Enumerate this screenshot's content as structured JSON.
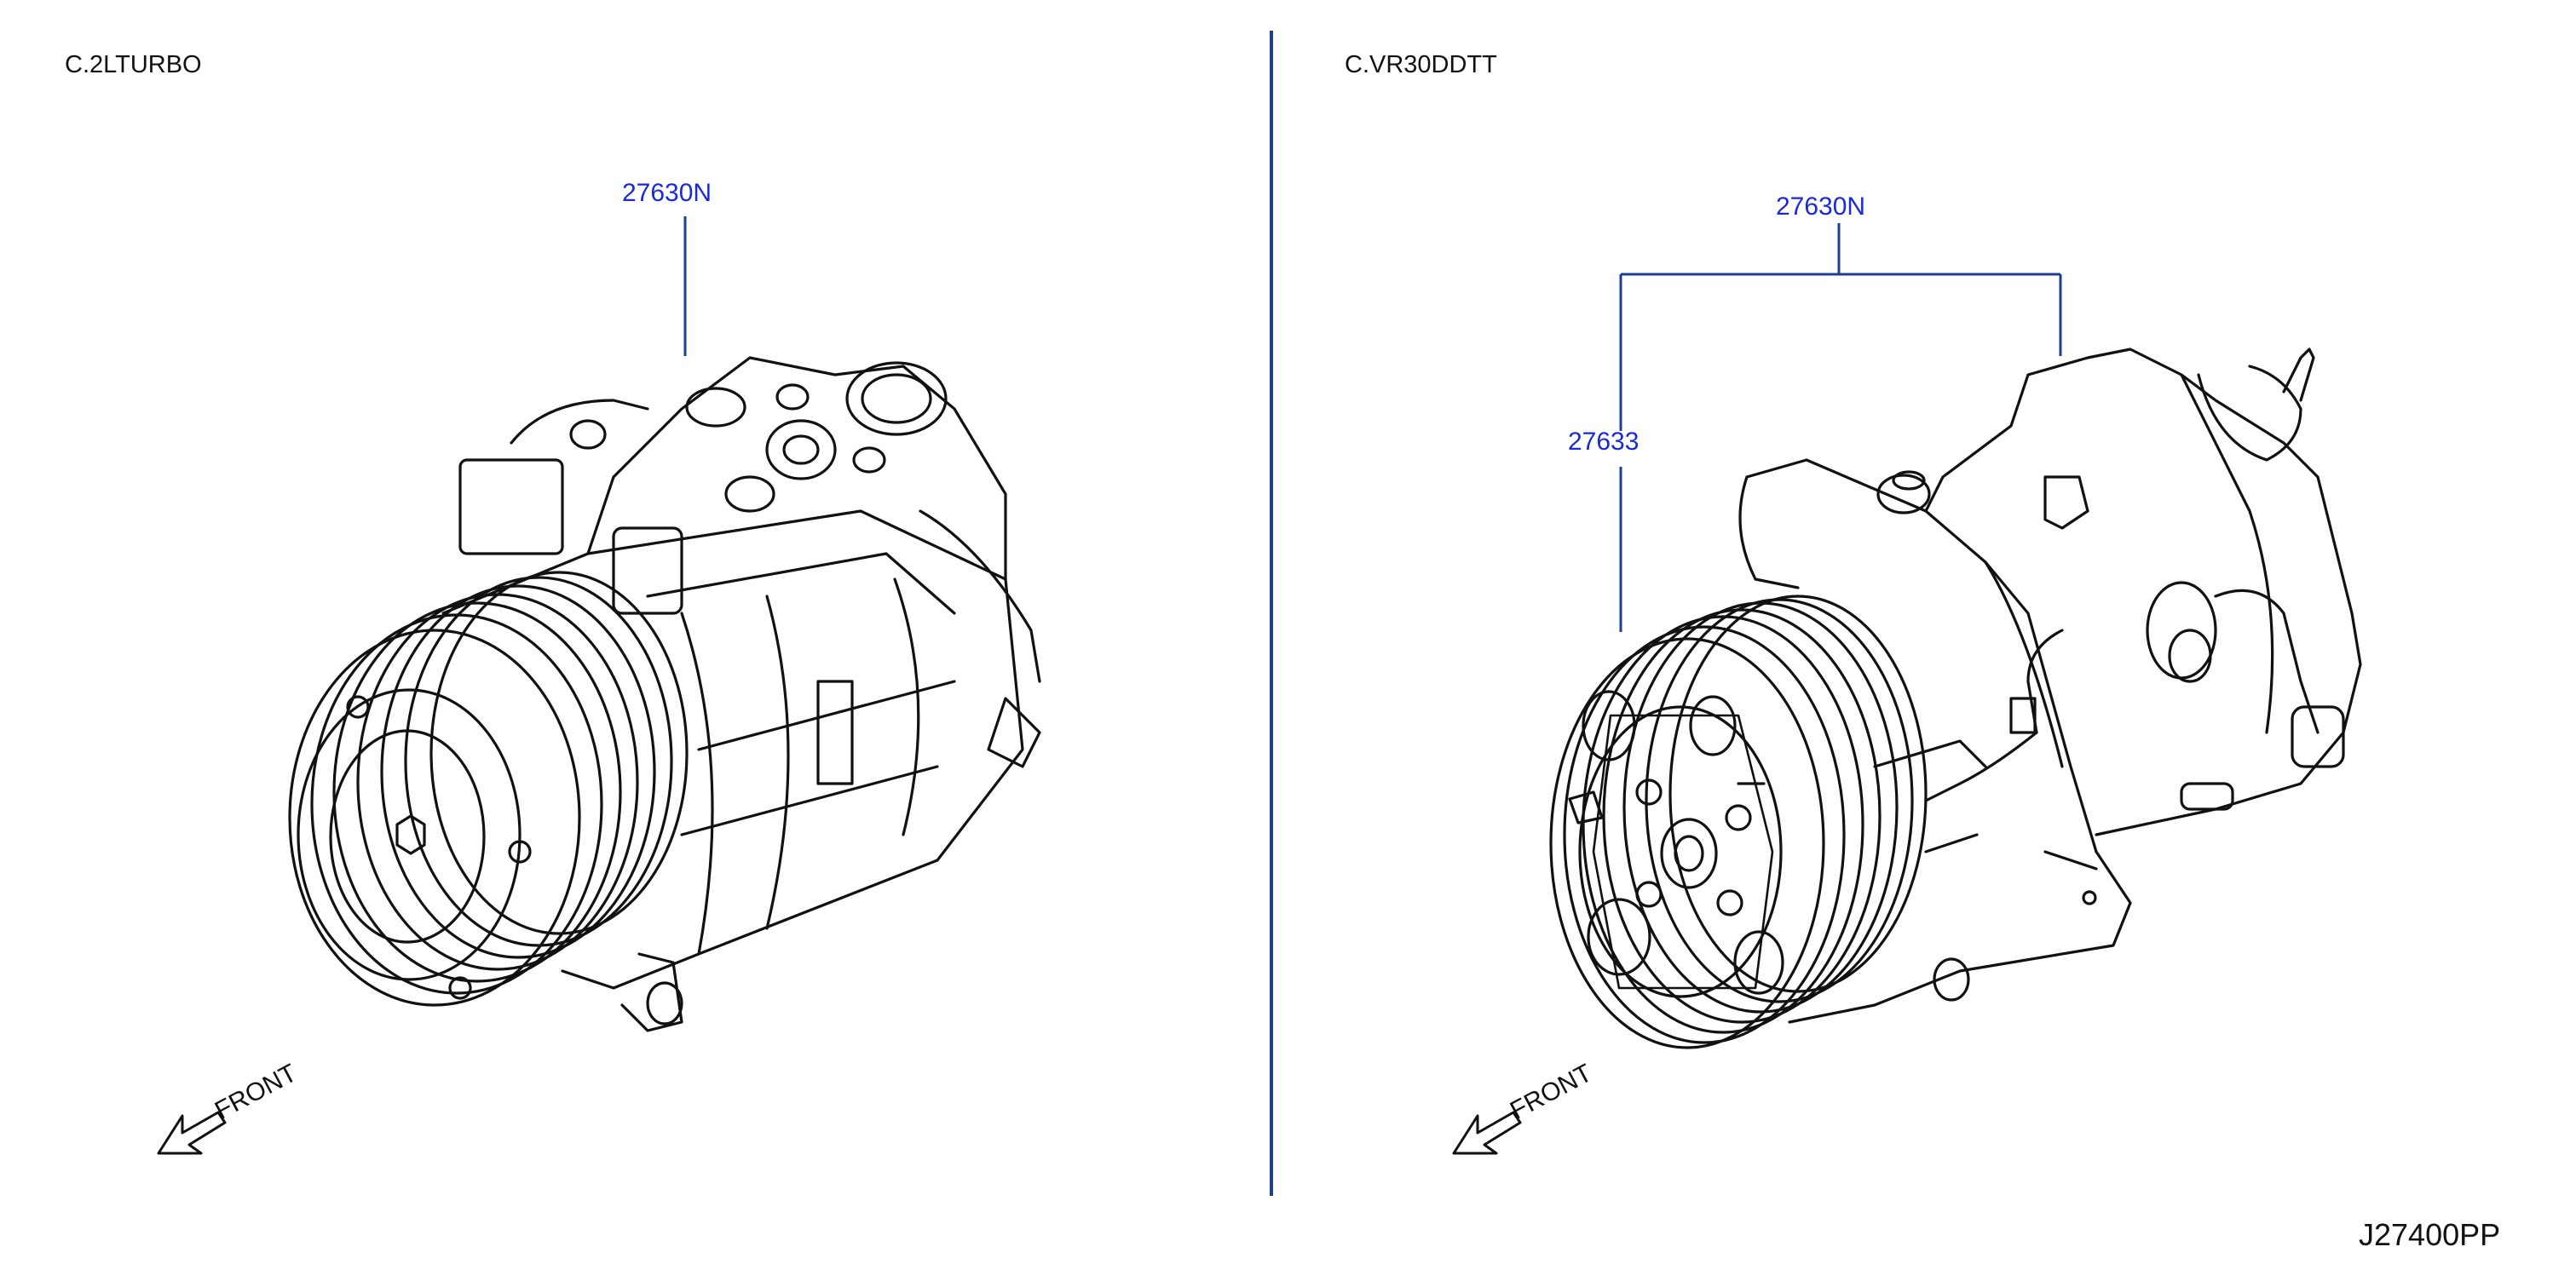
{
  "diagram": {
    "left_panel": {
      "engine_label": "C.2LTURBO",
      "part_callouts": [
        "27630N"
      ],
      "front_label": "FRONT",
      "icons": [
        "front-arrow-icon"
      ]
    },
    "right_panel": {
      "engine_label": "C.VR30DDTT",
      "part_callouts": [
        "27630N",
        "27633"
      ],
      "front_label": "FRONT",
      "icons": [
        "front-arrow-icon"
      ]
    },
    "figure_code": "J27400PP",
    "colors": {
      "callout_text": "#1a2ad6",
      "leader_line": "#1f3f8f",
      "divider": "#1f3f8f",
      "drawing": "#111111"
    }
  }
}
